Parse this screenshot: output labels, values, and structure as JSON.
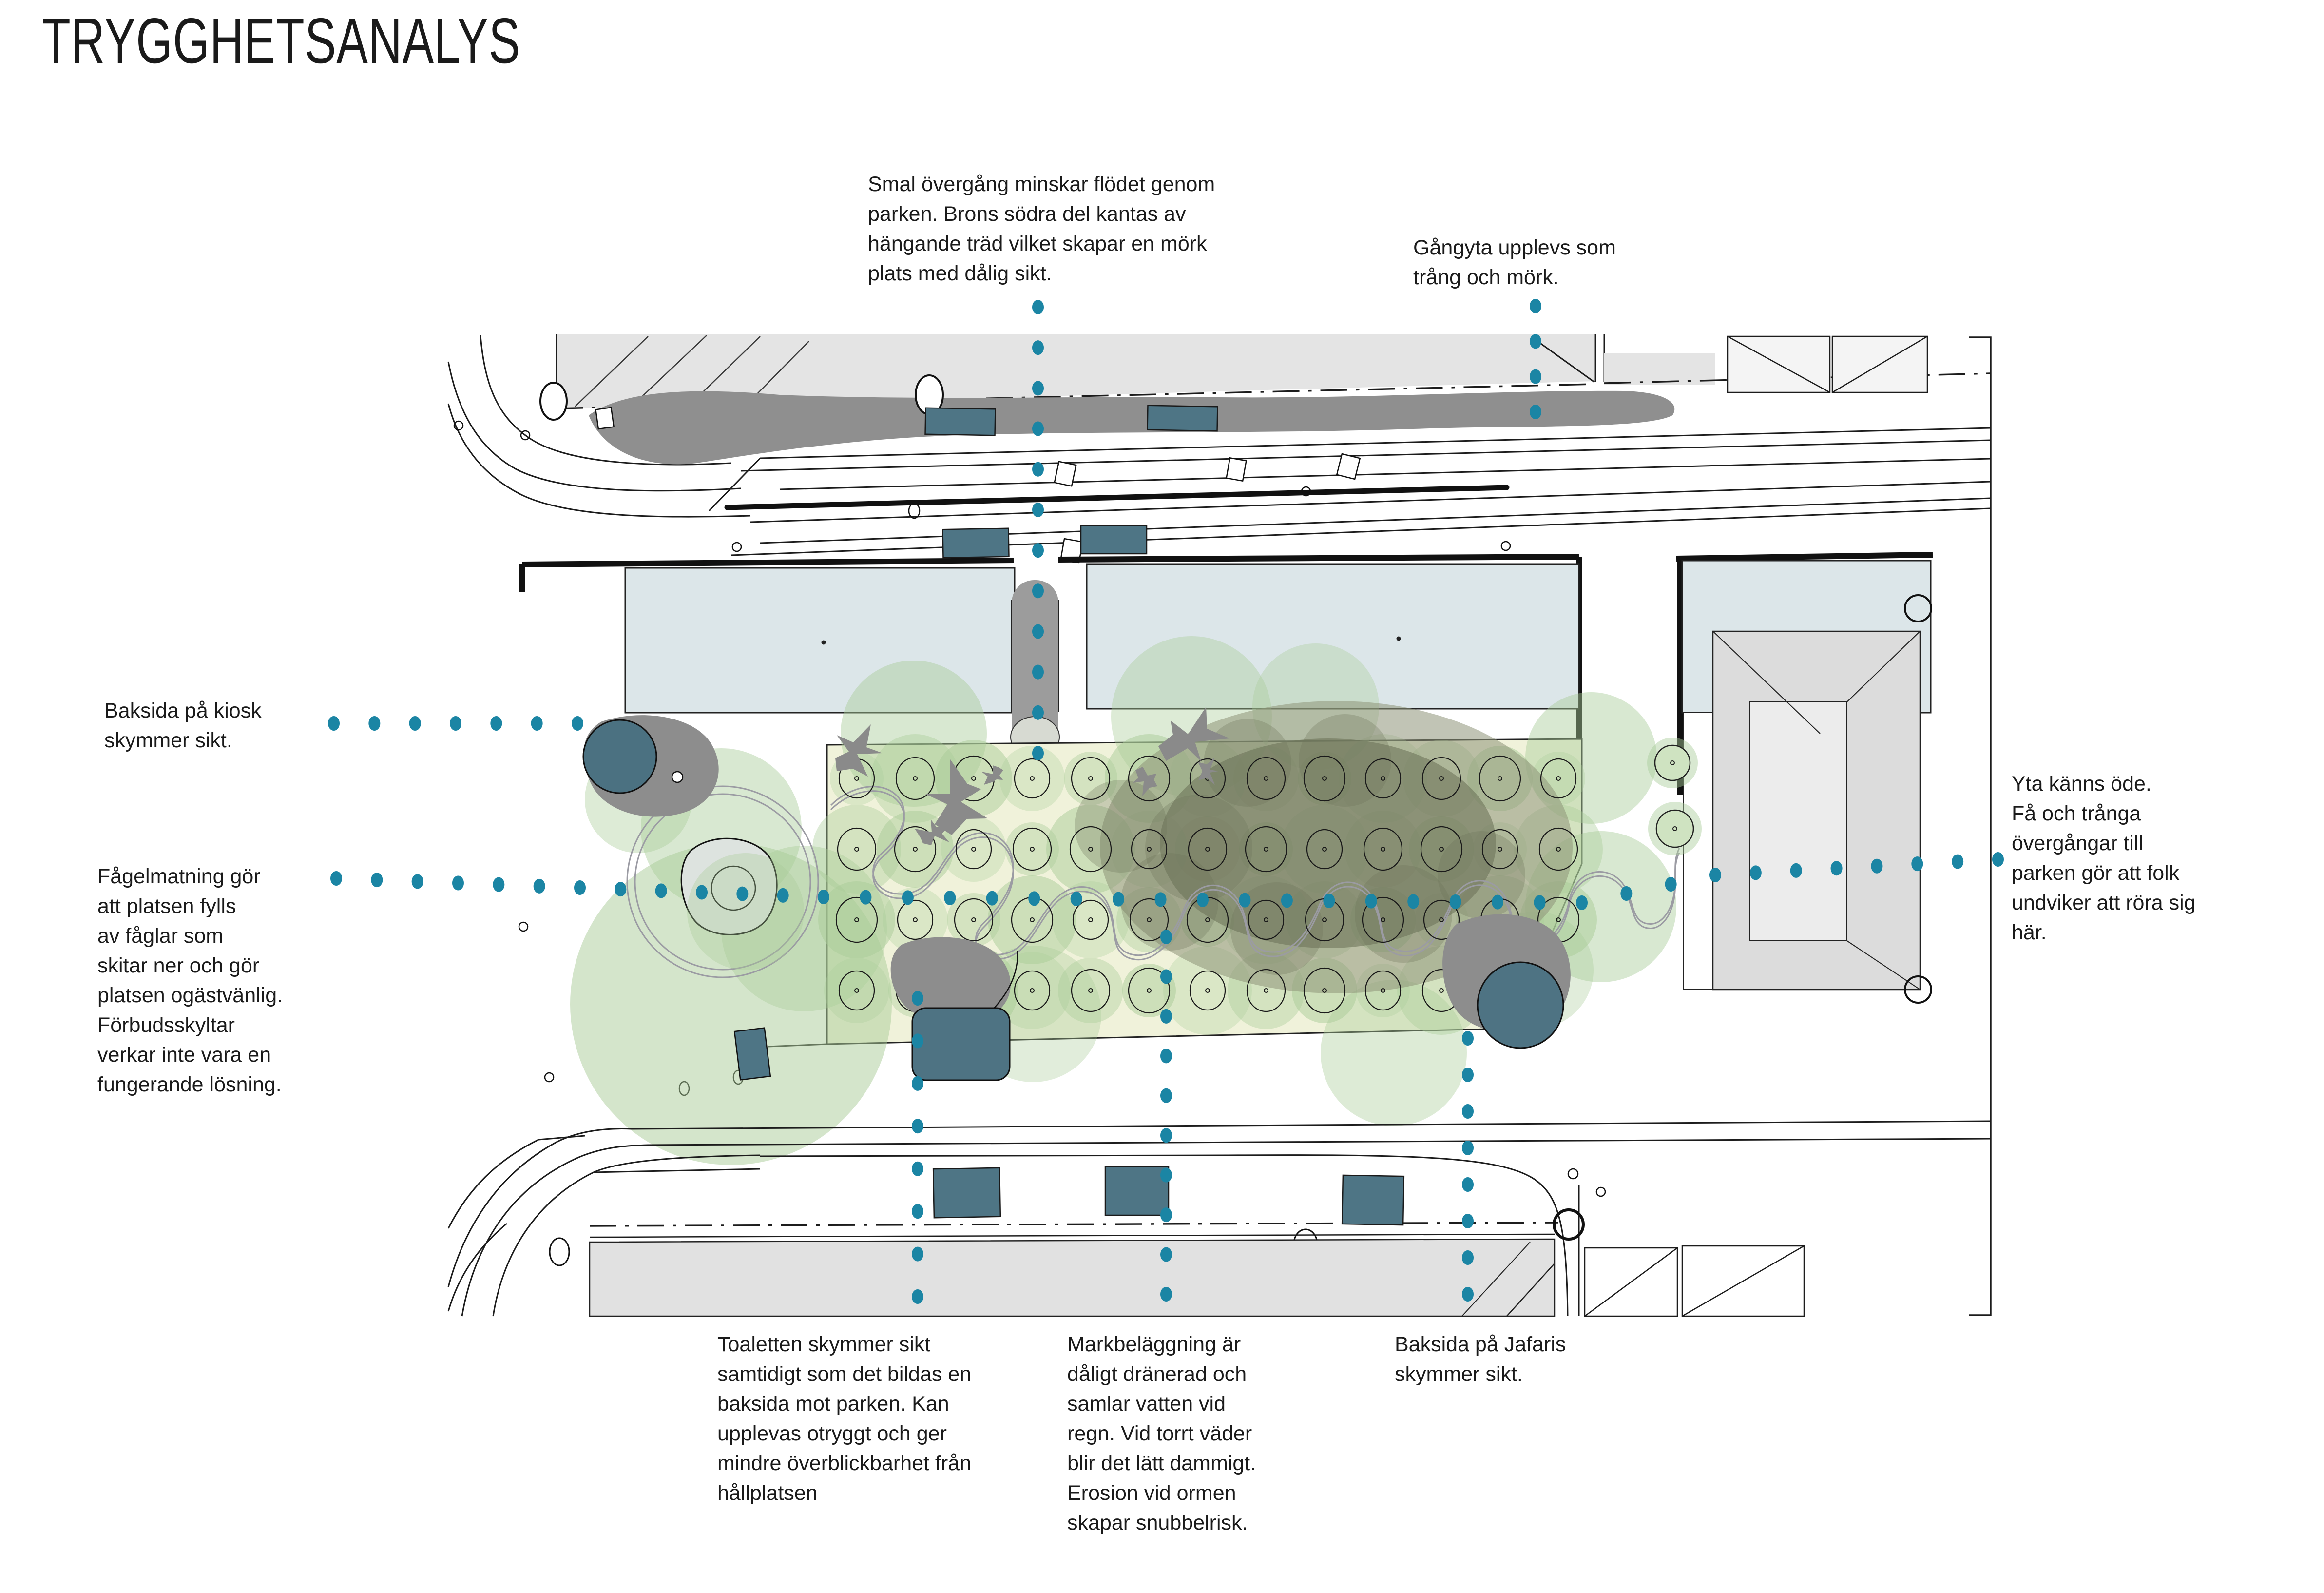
{
  "title": "TRYGGHETSANALYS",
  "annotations": {
    "smal_overgang": "Smal övergång minskar flödet genom\nparken. Brons södra del kantas av\nhängande träd vilket skapar en mörk\nplats med dålig sikt.",
    "gangyta": "Gångyta upplevs som\ntrång och mörk.",
    "kiosk": "Baksida på kiosk\nskymmer sikt.",
    "fagelmatning": "Fågelmatning gör\natt platsen fylls\nav fåglar som\nskitar ner och gör\nplatsen ogästvänlig.\nFörbudsskyltar\nverkar inte vara en\nfungerande lösning.",
    "yta": "Yta känns öde.\nFå och trånga\növergångar till\nparken gör att folk\nundviker att röra sig\nhär.",
    "toaletten": "Toaletten skymmer sikt\nsamtidigt som det bildas en\nbaksida mot parken. Kan\nupplevas otryggt och ger\nmindre överblickbarhet från\nhållplatsen",
    "markbelaggning": "Markbeläggning är\ndåligt dränerad och\nsamlar vatten vid\nregn. Vid torrt väder\nblir det lätt dammigt.\nErosion vid ormen\nskapar snubbelrisk.",
    "jafaris": "Baksida på Jafaris\nskymmer sikt."
  },
  "colors": {
    "accent_teal": "#1b85a4",
    "structure_teal": "#4e7585",
    "canopy_green": "#a9cc98",
    "park_background": "#f0f2da",
    "building_fill": "#dce6e9",
    "vegetation_gray": "#8f8f8f",
    "dark_canopy_outer": "#8e9478",
    "dark_canopy_inner": "#6e755a",
    "path_gray": "#9b9ba3",
    "line_black": "#1c1c1c"
  }
}
